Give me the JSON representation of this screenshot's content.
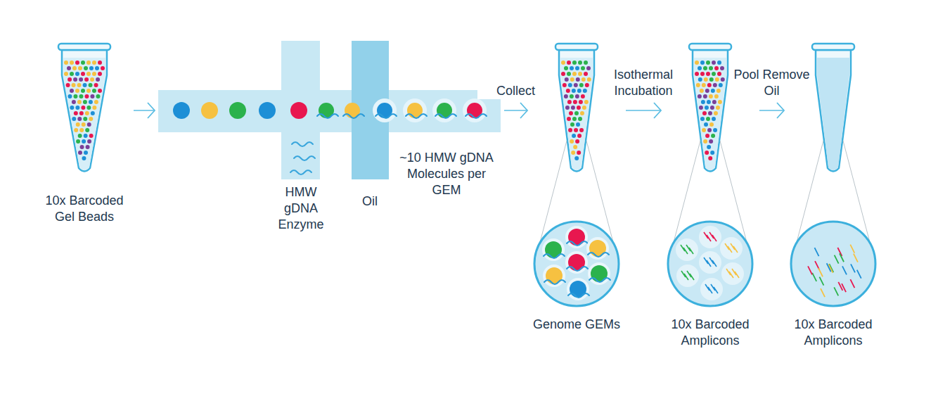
{
  "diagram": {
    "nodes": [
      {
        "text": [
          "10x Barcoded Gel Beads"
        ]
      },
      {
        "text": [
          "HMW gDNA Enzyme",
          "Oil",
          "~10 HMW gDNA Molecules per GEM"
        ]
      },
      {
        "text": [
          "Genome GEMs"
        ]
      },
      {
        "text": [
          "10x Barcoded Amplicons"
        ]
      },
      {
        "text": [
          "10x Barcoded Amplicons"
        ]
      }
    ],
    "edges": [
      {
        "from": 0,
        "to": 1,
        "arrow": "to"
      },
      {
        "from": 1,
        "to": 2,
        "label": "Collect",
        "arrow": "to"
      },
      {
        "from": 2,
        "to": 3,
        "label": "Isothermal Incubation",
        "arrow": "to"
      },
      {
        "from": 3,
        "to": 4,
        "label": "Pool Remove Oil",
        "arrow": "to"
      }
    ]
  }
}
